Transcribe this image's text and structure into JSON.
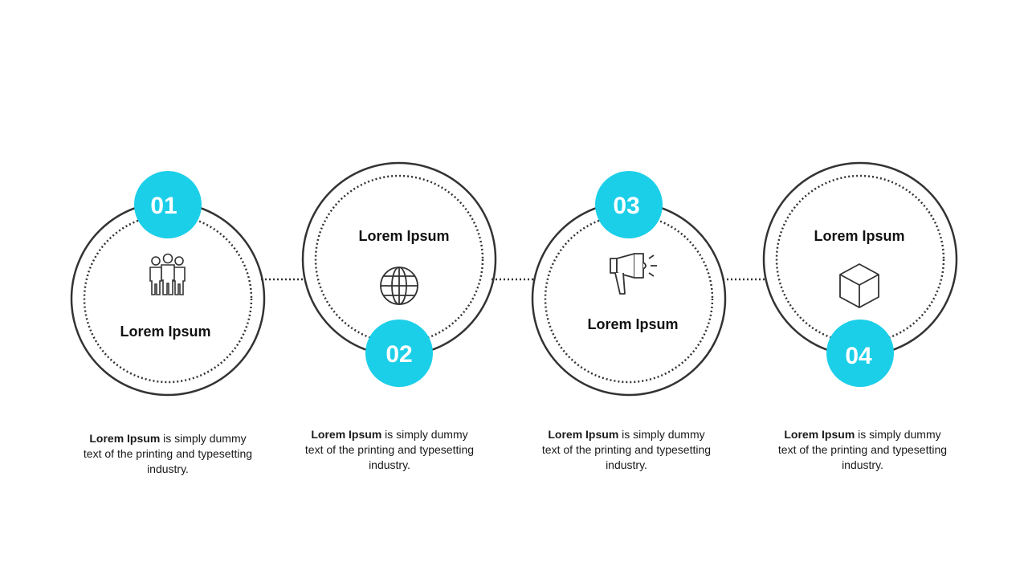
{
  "accent_color": "#1ccfe8",
  "line_color": "#333333",
  "steps": [
    {
      "number": "01",
      "title": "Lorem Ipsum",
      "icon": "people-icon",
      "desc_bold": "Lorem Ipsum",
      "desc_rest": " is simply dummy  text of the printing and typesetting industry."
    },
    {
      "number": "02",
      "title": "Lorem Ipsum",
      "icon": "globe-icon",
      "desc_bold": "Lorem Ipsum",
      "desc_rest": " is simply dummy  text of the printing and typesetting industry."
    },
    {
      "number": "03",
      "title": "Lorem Ipsum",
      "icon": "megaphone-icon",
      "desc_bold": "Lorem Ipsum",
      "desc_rest": " is simply dummy  text of the printing and typesetting industry."
    },
    {
      "number": "04",
      "title": "Lorem Ipsum",
      "icon": "cube-icon",
      "desc_bold": "Lorem Ipsum",
      "desc_rest": " is simply dummy  text of the printing and typesetting industry."
    }
  ]
}
